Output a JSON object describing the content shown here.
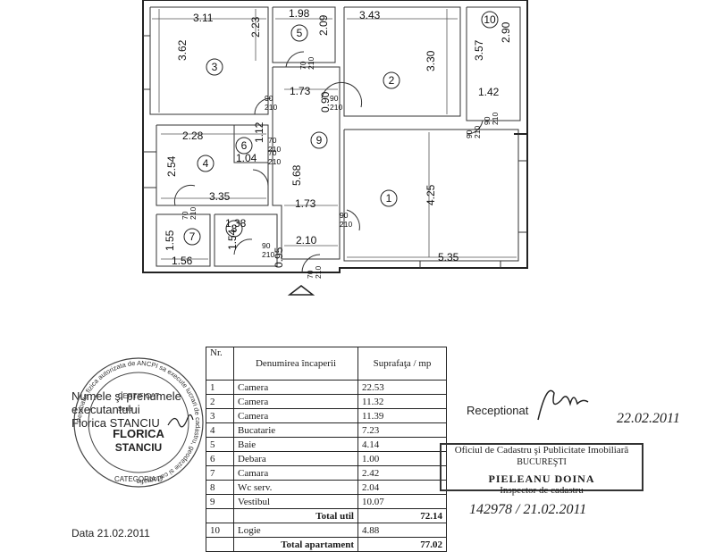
{
  "plan": {
    "rooms": [
      "1",
      "2",
      "3",
      "4",
      "5",
      "6",
      "7",
      "8",
      "9",
      "10"
    ],
    "dimensions": [
      "3.11",
      "3.62",
      "2.23",
      "1.98",
      "2.09",
      "3.43",
      "3.30",
      "3.57",
      "2.90",
      "1.42",
      "1.73",
      "0.90",
      "1.12",
      "2.28",
      "2.54",
      "1.04",
      "5.68",
      "3.35",
      "1.73",
      "4.25",
      "1.55",
      "1.56",
      "1.38",
      "1.54",
      "0.95",
      "2.10",
      "5.35"
    ],
    "doors": [
      "90\n210",
      "90\n210",
      "70\n210",
      "90\n210",
      "70\n210",
      "70\n210",
      "70\n210",
      "90\n210",
      "90\n210",
      "70\n210",
      "90\n210"
    ]
  },
  "table": {
    "header": {
      "nr": "Nr.",
      "name": "Denumirea încaperii",
      "area": "Suprafaţa / mp"
    },
    "rows": [
      {
        "nr": "1",
        "name": "Camera",
        "area": "22.53"
      },
      {
        "nr": "2",
        "name": "Camera",
        "area": "11.32"
      },
      {
        "nr": "3",
        "name": "Camera",
        "area": "11.39"
      },
      {
        "nr": "4",
        "name": "Bucatarie",
        "area": "7.23"
      },
      {
        "nr": "5",
        "name": "Baie",
        "area": "4.14"
      },
      {
        "nr": "6",
        "name": "Debara",
        "area": "1.00"
      },
      {
        "nr": "7",
        "name": "Camara",
        "area": "2.42"
      },
      {
        "nr": "8",
        "name": "Wc serv.",
        "area": "2.04"
      },
      {
        "nr": "9",
        "name": "Vestibul",
        "area": "10.07"
      }
    ],
    "total_util_label": "Total util",
    "total_util": "72.14",
    "logie": {
      "nr": "10",
      "name": "Logie",
      "area": "4.88"
    },
    "total_apt_label": "Total apartament",
    "total_apt": "77.02"
  },
  "executant": {
    "line1": "Numele şi prenumele",
    "line2": "executantului",
    "line3": "Florica STANCIU",
    "date": "Data 21.02.2011"
  },
  "seal": {
    "certificat": "CERTIFICAT",
    "seria": "Seria",
    "name1": "FLORICA",
    "name2": "STANCIU",
    "categoria": "CATEGORIA D",
    "ring": "Persoana fizica autorizata de ANCPI sa execute lucrari de cadastru, geodezie si cartografie"
  },
  "reception": {
    "label": "Receptionat",
    "date": "22.02.2011",
    "office": "Oficiul de Cadastru şi Publicitate Imobiliară",
    "city": "BUCUREŞTI",
    "inspector": "PIELEANU DOINA",
    "role": "Inspector de cadastru",
    "number": "142978 / 21.02.2011"
  }
}
